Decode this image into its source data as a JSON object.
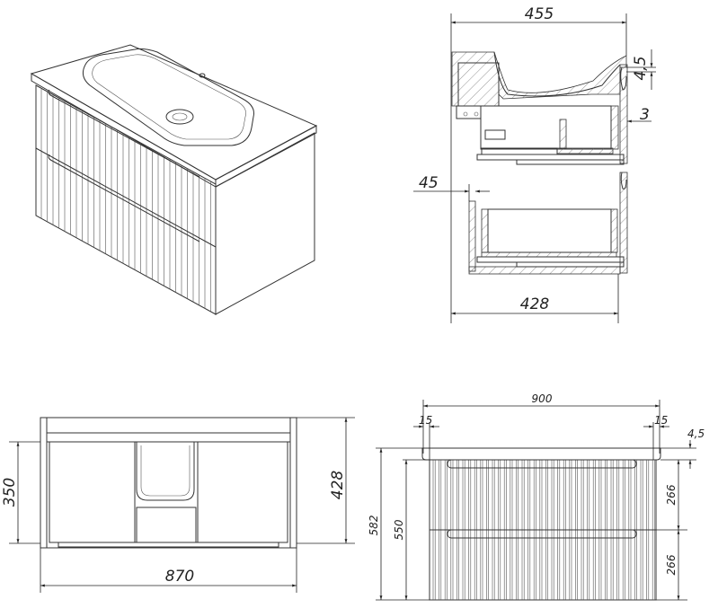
{
  "title": "Vanity unit with washbasin – technical drawing",
  "side_view": {
    "width": "455",
    "sink_gap": "4,5",
    "wall": "3",
    "offset": "45",
    "depth": "428"
  },
  "back_view": {
    "drawer_height": "350",
    "height": "428",
    "width": "870"
  },
  "front_view": {
    "width": "900",
    "left_margin": "15",
    "right_margin": "15",
    "top_gap": "4,5",
    "total_height": "582",
    "body_height": "550",
    "drawer_upper": "266",
    "drawer_lower": "266"
  },
  "colors": {
    "line": "#333333",
    "background": "#ffffff"
  }
}
